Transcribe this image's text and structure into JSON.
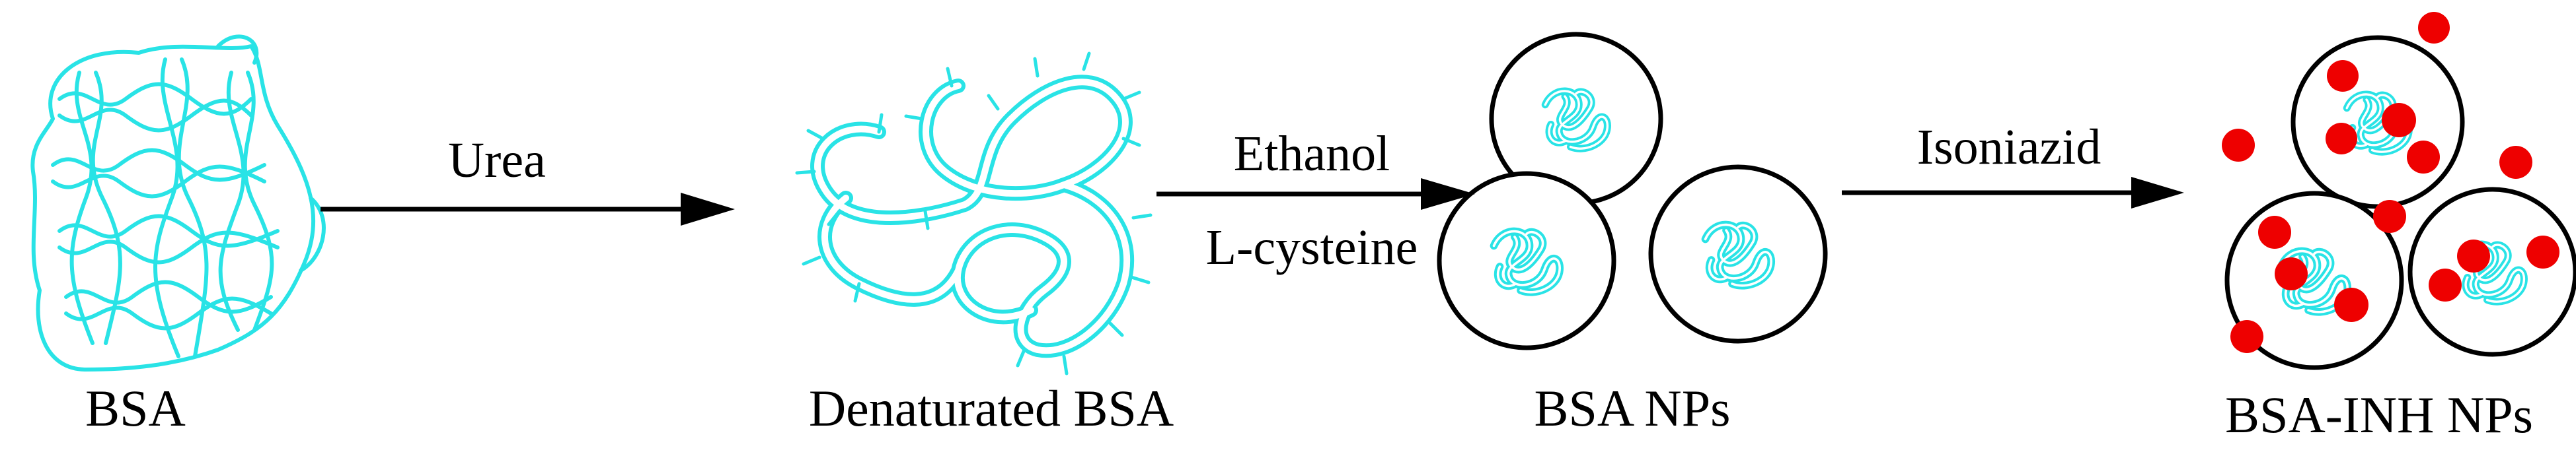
{
  "stages": [
    {
      "id": "bsa",
      "label": "BSA"
    },
    {
      "id": "denatured",
      "label": "Denaturated BSA"
    },
    {
      "id": "nps",
      "label": "BSA NPs"
    },
    {
      "id": "inh",
      "label": "BSA-INH NPs"
    }
  ],
  "steps": [
    {
      "id": "urea",
      "label": "Urea"
    },
    {
      "id": "ethanol",
      "top": "Ethanol",
      "bottom": "L-cysteine"
    },
    {
      "id": "isoniazid",
      "label": "Isoniazid"
    }
  ],
  "colors": {
    "protein": "#29e3e6",
    "drug": "#ee0000",
    "line": "#000000"
  }
}
